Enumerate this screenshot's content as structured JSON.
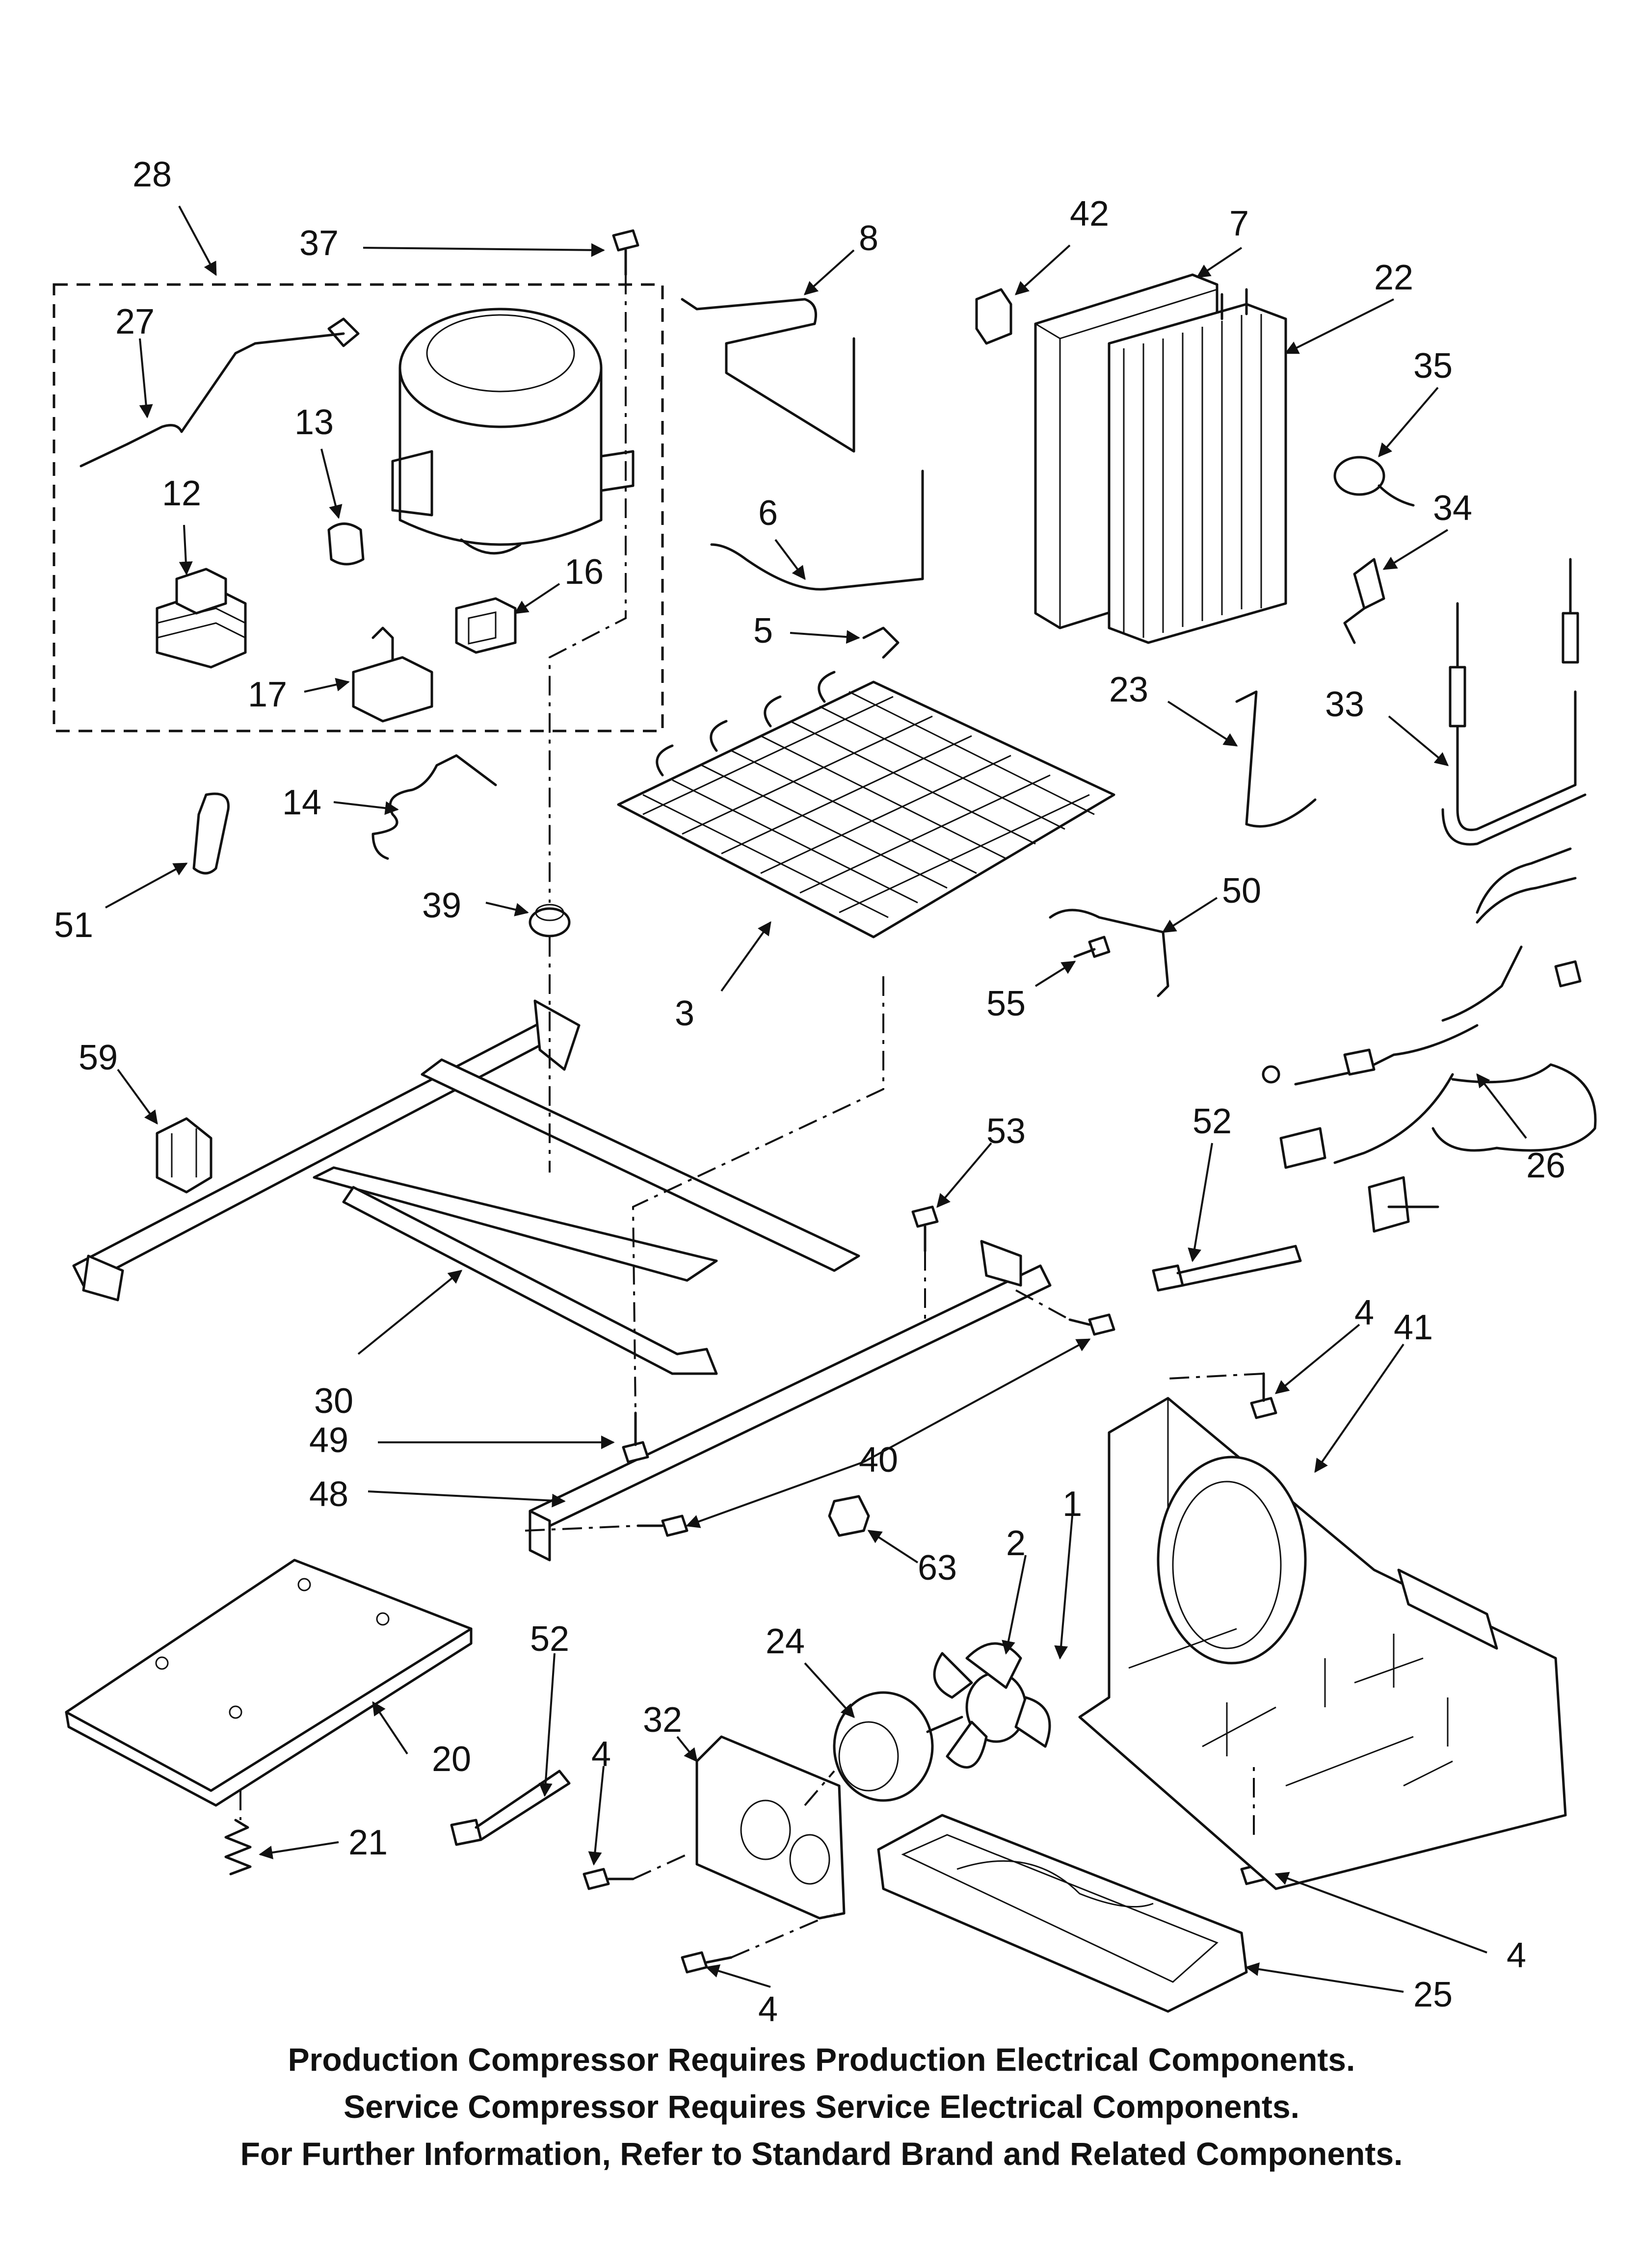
{
  "callouts": [
    {
      "id": "28",
      "text": "28"
    },
    {
      "id": "37",
      "text": "37"
    },
    {
      "id": "8",
      "text": "8"
    },
    {
      "id": "42",
      "text": "42"
    },
    {
      "id": "7",
      "text": "7"
    },
    {
      "id": "22",
      "text": "22"
    },
    {
      "id": "27",
      "text": "27"
    },
    {
      "id": "13",
      "text": "13"
    },
    {
      "id": "35",
      "text": "35"
    },
    {
      "id": "12",
      "text": "12"
    },
    {
      "id": "6",
      "text": "6"
    },
    {
      "id": "34",
      "text": "34"
    },
    {
      "id": "16",
      "text": "16"
    },
    {
      "id": "5",
      "text": "5"
    },
    {
      "id": "17",
      "text": "17"
    },
    {
      "id": "23",
      "text": "23"
    },
    {
      "id": "33",
      "text": "33"
    },
    {
      "id": "14",
      "text": "14"
    },
    {
      "id": "51",
      "text": "51"
    },
    {
      "id": "39",
      "text": "39"
    },
    {
      "id": "50",
      "text": "50"
    },
    {
      "id": "3",
      "text": "3"
    },
    {
      "id": "55",
      "text": "55"
    },
    {
      "id": "59",
      "text": "59"
    },
    {
      "id": "52a",
      "text": "52"
    },
    {
      "id": "53",
      "text": "53"
    },
    {
      "id": "26",
      "text": "26"
    },
    {
      "id": "30",
      "text": "30"
    },
    {
      "id": "4a",
      "text": "4"
    },
    {
      "id": "41",
      "text": "41"
    },
    {
      "id": "49",
      "text": "49"
    },
    {
      "id": "40",
      "text": "40"
    },
    {
      "id": "48",
      "text": "48"
    },
    {
      "id": "2",
      "text": "2"
    },
    {
      "id": "1",
      "text": "1"
    },
    {
      "id": "63",
      "text": "63"
    },
    {
      "id": "52b",
      "text": "52"
    },
    {
      "id": "24",
      "text": "24"
    },
    {
      "id": "32",
      "text": "32"
    },
    {
      "id": "20",
      "text": "20"
    },
    {
      "id": "4b",
      "text": "4"
    },
    {
      "id": "21",
      "text": "21"
    },
    {
      "id": "4c",
      "text": "4"
    },
    {
      "id": "25",
      "text": "25"
    },
    {
      "id": "4d",
      "text": "4"
    }
  ],
  "notes": [
    "Production Compressor Requires Production Electrical Components.",
    "Service Compressor Requires Service Electrical Components.",
    "For Further Information, Refer to Standard Brand and Related Components."
  ]
}
